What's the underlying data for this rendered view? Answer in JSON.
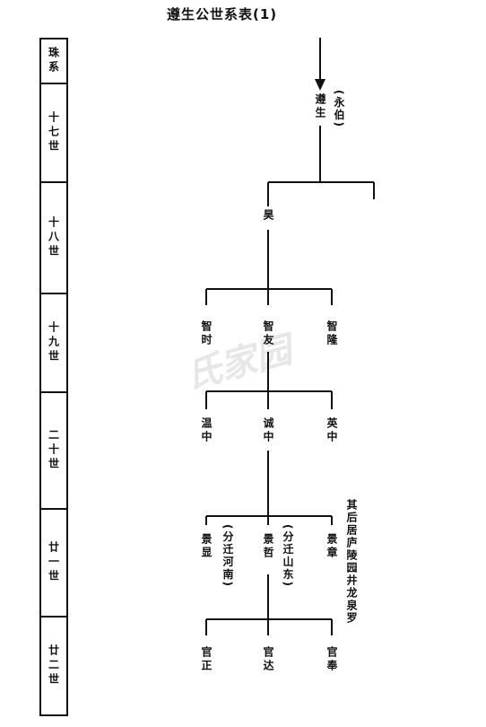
{
  "title": "遵生公世系表(1)",
  "generations": [
    {
      "label": "珠系"
    },
    {
      "label": "十七世"
    },
    {
      "label": "十八世"
    },
    {
      "label": "十九世"
    },
    {
      "label": "二十世"
    },
    {
      "label": "廿一世"
    },
    {
      "label": "廿二世"
    }
  ],
  "nodes": {
    "zunsheng": "遵生",
    "zunsheng_note": "(永伯)",
    "hao": "昊",
    "zhishi": "智时",
    "zhiyou": "智友",
    "zhilong": "智隆",
    "wenzhong": "温中",
    "chengzhong": "诚中",
    "yingzhong": "英中",
    "jingxian": "景显",
    "jingxian_note": "(分迁河南)",
    "jingzhe": "景哲",
    "jingzhe_note": "(分迁山东)",
    "jingzhang": "景章",
    "jingzhang_note": "其后居庐陵园井龙泉罗",
    "guanzheng": "官正",
    "guanda": "官达",
    "guanfeng": "官奉"
  },
  "watermark": "氏家园",
  "colors": {
    "line": "#111111"
  }
}
